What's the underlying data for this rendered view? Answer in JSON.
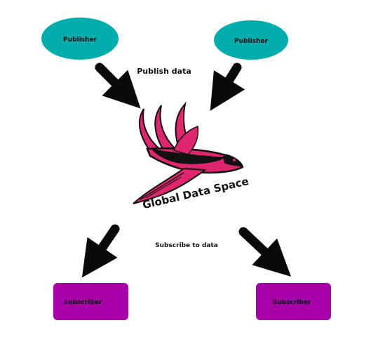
{
  "colors": {
    "publisher_fill": "#00adad",
    "subscriber_fill": "#a800a8",
    "bird_pink": "#e0256f",
    "bird_black": "#111111",
    "arrow": "#0a0a0a",
    "background": "#ffffff"
  },
  "publishers": [
    {
      "label": "Publisher"
    },
    {
      "label": "Publisher"
    }
  ],
  "subscribers": [
    {
      "label": "Subscriber"
    },
    {
      "label": "Subscriber"
    }
  ],
  "edges": {
    "publish_label": "Publish data",
    "subscribe_label": "Subscribe to data"
  },
  "center": {
    "label": "Global Data Space",
    "icon": "swallow-bird-icon"
  }
}
